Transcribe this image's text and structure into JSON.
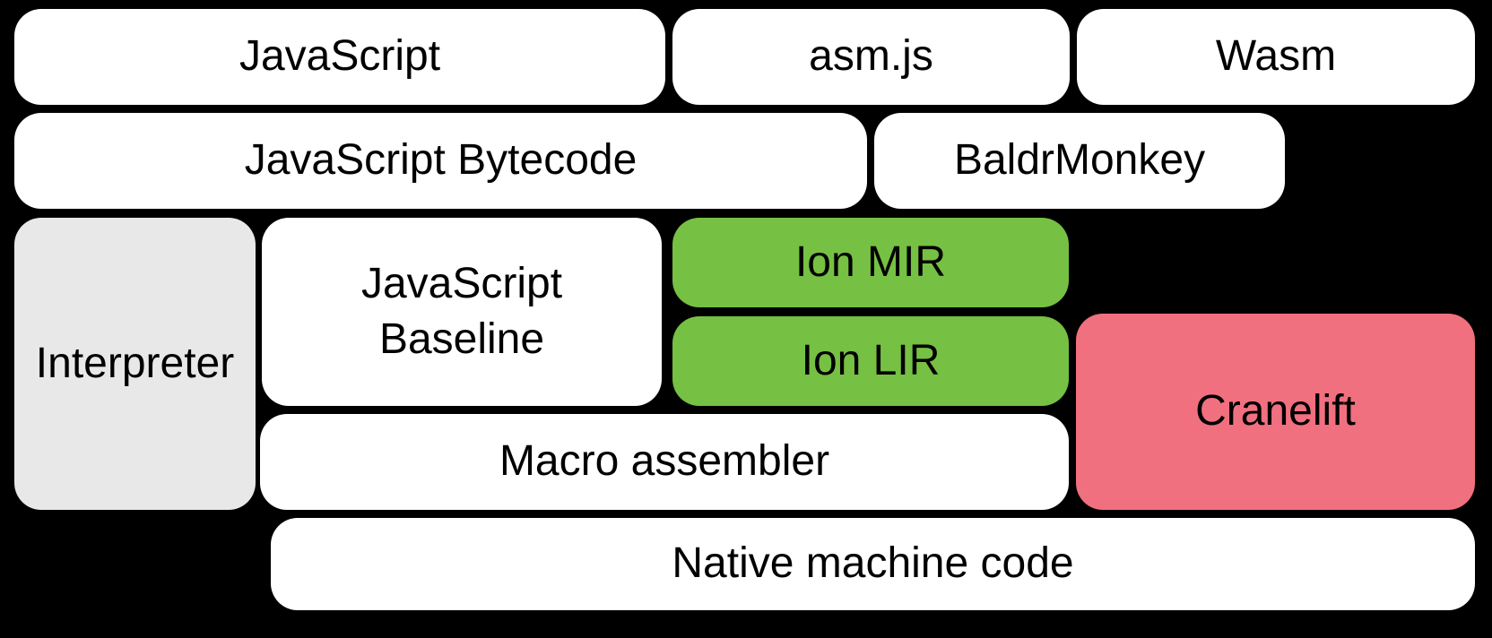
{
  "diagram": {
    "boxes": {
      "javascript": {
        "label": "JavaScript"
      },
      "asmjs": {
        "label": "asm.js"
      },
      "wasm": {
        "label": "Wasm"
      },
      "bytecode": {
        "label": "JavaScript Bytecode"
      },
      "baldrmonkey": {
        "label": "BaldrMonkey"
      },
      "interpreter": {
        "label": "Interpreter"
      },
      "baseline": {
        "line1": "JavaScript",
        "line2": "Baseline"
      },
      "ion_mir": {
        "label": "Ion MIR"
      },
      "ion_lir": {
        "label": "Ion LIR"
      },
      "cranelift": {
        "label": "Cranelift"
      },
      "macro_assembler": {
        "label": "Macro assembler"
      },
      "native": {
        "label": "Native machine code"
      }
    },
    "colors": {
      "background": "#000000",
      "box_default": "#ffffff",
      "interpreter_gray": "#e8e8e8",
      "ion_green": "#76c043",
      "cranelift_pink": "#f0707f",
      "text": "#000000"
    }
  }
}
